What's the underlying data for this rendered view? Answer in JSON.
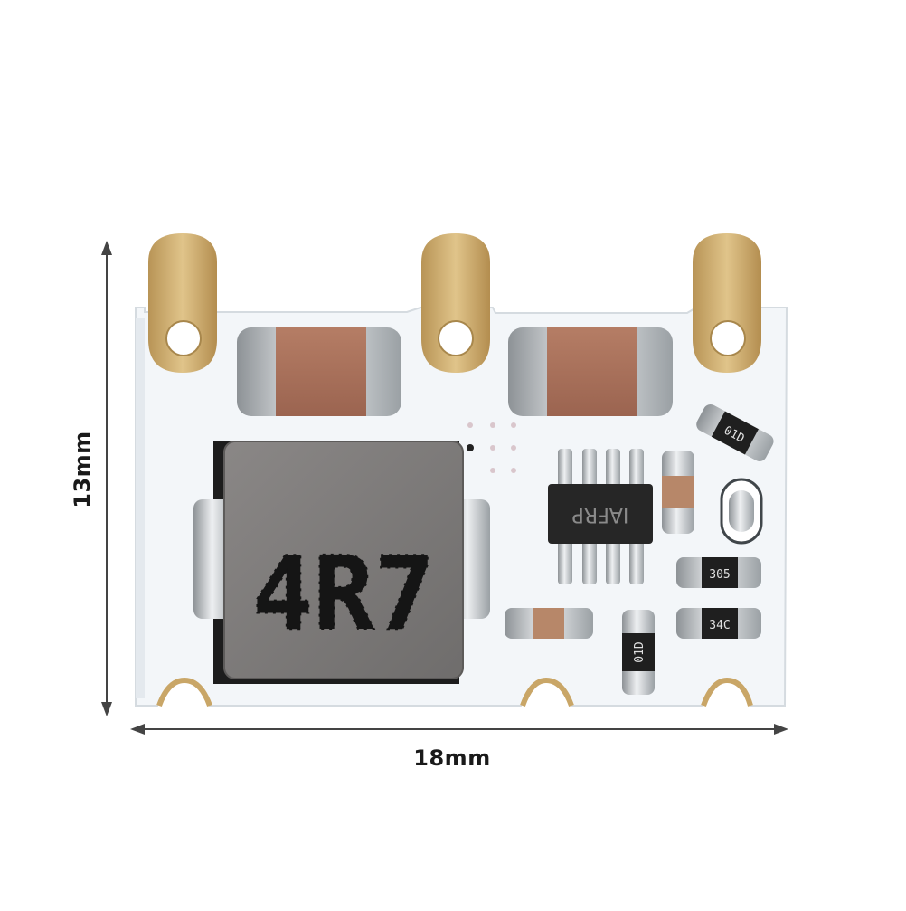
{
  "dimensions": {
    "width_label": "18mm",
    "height_label": "13mm"
  },
  "component_markings": {
    "inductor": "4R7",
    "ic": "IAFRP",
    "resistor_top_right": "01D",
    "resistor_mid_right": "305",
    "resistor_low_right": "34C",
    "resistor_bottom": "01D"
  },
  "colors": {
    "pcb": "#f4f6f8",
    "gold_pad": "#c9a667",
    "capacitor_body": "#a8705a",
    "inductor_body": "#7d7b7a",
    "ic_body": "#2b2b2b",
    "arrow": "#444444"
  }
}
